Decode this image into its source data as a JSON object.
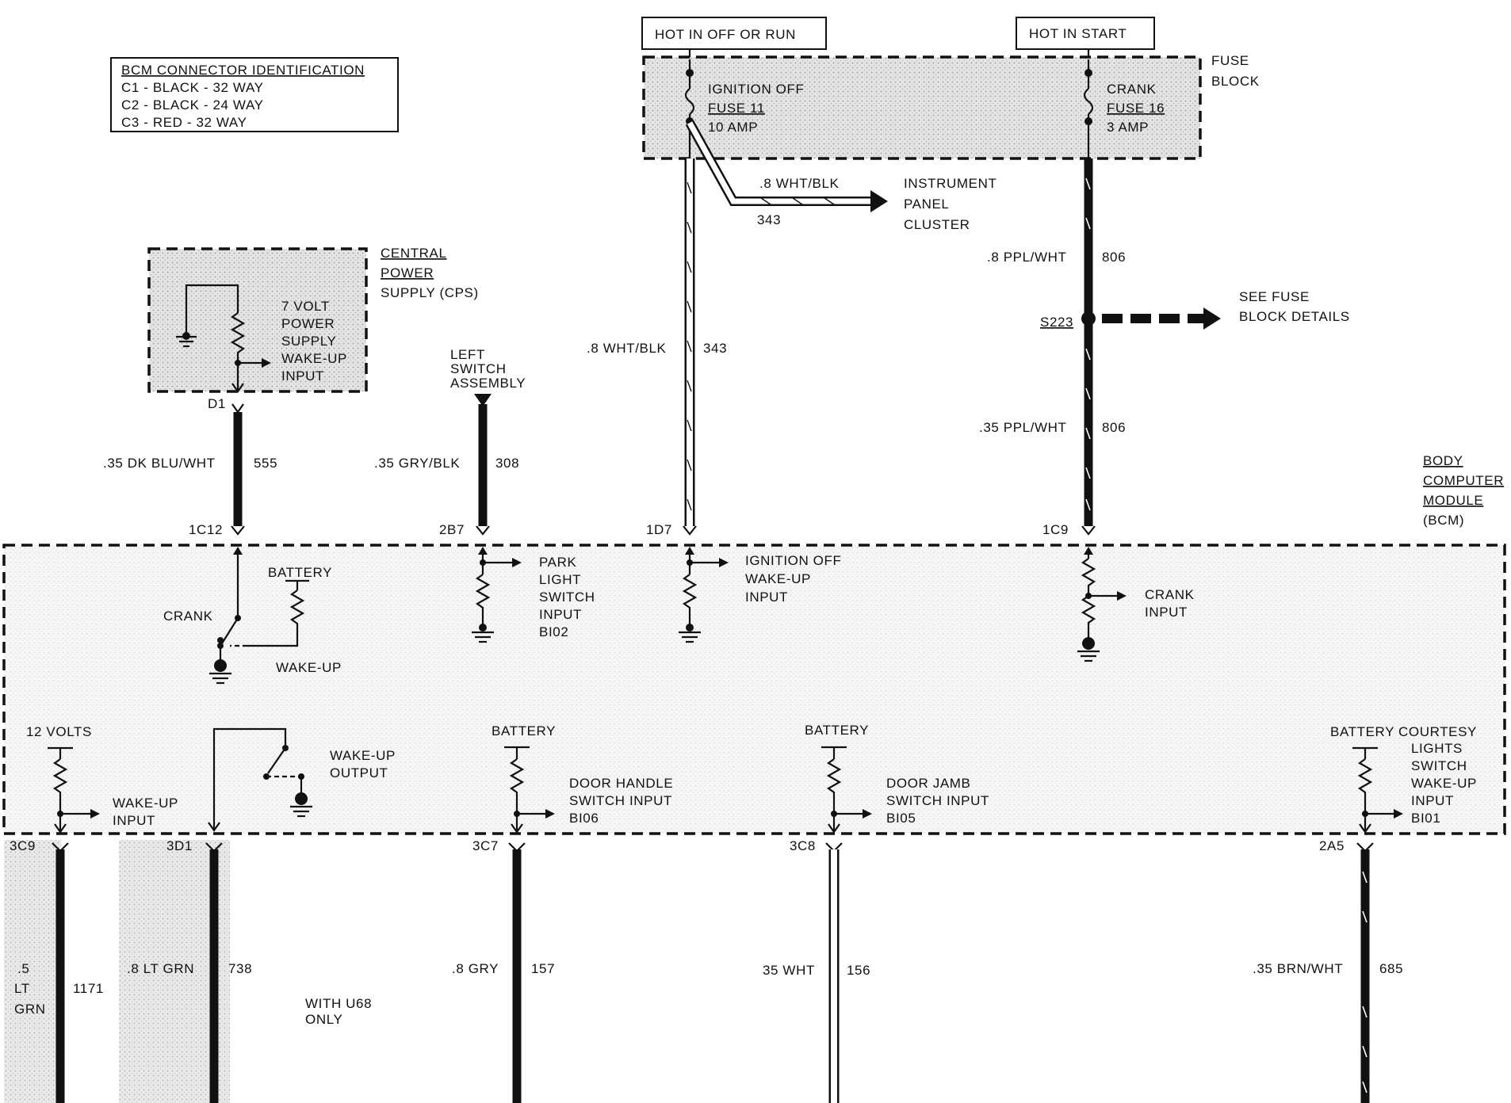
{
  "connector_id": {
    "title": "BCM CONNECTOR IDENTIFICATION",
    "lines": [
      "C1 - BLACK - 32 WAY",
      "C2 - BLACK - 24 WAY",
      "C3 - RED - 32 WAY"
    ]
  },
  "power": {
    "hot_off_run": "HOT IN OFF OR RUN",
    "hot_start": "HOT IN START",
    "fuse_block": [
      "FUSE",
      "BLOCK"
    ],
    "fuse11": [
      "IGNITION  OFF",
      "FUSE 11",
      "10 AMP"
    ],
    "fuse16": [
      "CRANK",
      "FUSE 16",
      "3 AMP"
    ]
  },
  "ipc_branch": {
    "wire": ".8 WHT/BLK",
    "circuit": "343",
    "dest": [
      "INSTRUMENT",
      "PANEL",
      "CLUSTER"
    ]
  },
  "crank_feed": {
    "upper_wire": ".8 PPL/WHT",
    "upper_circuit": "806",
    "splice": "S223",
    "see_fuse": [
      "SEE FUSE",
      "BLOCK DETAILS"
    ],
    "lower_wire": ".35 PPL/WHT",
    "lower_circuit": "806",
    "pin": "1C9"
  },
  "ign_off_feed": {
    "wire": ".8 WHT/BLK",
    "circuit": "343",
    "pin": "1D7"
  },
  "cps": {
    "label": [
      "CENTRAL",
      "POWER",
      "SUPPLY (CPS)"
    ],
    "inner": [
      "7 VOLT",
      "POWER",
      "SUPPLY",
      "WAKE-UP",
      "INPUT"
    ],
    "pin_top": "D1",
    "wire": ".35 DK BLU/WHT",
    "circuit": "555",
    "pin": "1C12"
  },
  "left_switch": {
    "label": [
      "LEFT",
      "SWITCH",
      "ASSEMBLY"
    ],
    "wire": ".35 GRY/BLK",
    "circuit": "308",
    "pin": "2B7"
  },
  "bcm": {
    "label": [
      "BODY",
      "COMPUTER",
      "MODULE",
      "(BCM)"
    ],
    "battery": "BATTERY",
    "crank": "CRANK",
    "wakeup": "WAKE-UP",
    "park_light": [
      "PARK",
      "LIGHT",
      "SWITCH",
      "INPUT",
      "BI02"
    ],
    "ign_off_wakeup": [
      "IGNITION OFF",
      "WAKE-UP",
      "INPUT"
    ],
    "crank_input": [
      "CRANK",
      "INPUT"
    ],
    "twelve_volts": "12 VOLTS",
    "wakeup_input": [
      "WAKE-UP",
      "INPUT"
    ],
    "wakeup_output": [
      "WAKE-UP",
      "OUTPUT"
    ],
    "door_handle": [
      "DOOR HANDLE",
      "SWITCH INPUT",
      "BI06"
    ],
    "door_jamb": [
      "DOOR JAMB",
      "SWITCH INPUT",
      "BI05"
    ],
    "courtesy_batt": "BATTERY COURTESY",
    "courtesy": [
      "LIGHTS",
      "SWITCH",
      "WAKE-UP",
      "INPUT",
      "BI01"
    ]
  },
  "bottom": {
    "w1": {
      "pin": "3C9",
      "wire": [
        ".5",
        "LT",
        "GRN"
      ],
      "circuit": "1171"
    },
    "w2": {
      "pin": "3D1",
      "wire": ".8 LT GRN",
      "circuit": "738"
    },
    "w2_note": [
      "WITH U68",
      "ONLY"
    ],
    "w3": {
      "pin": "3C7",
      "wire": ".8 GRY",
      "circuit": "157"
    },
    "w4": {
      "pin": "3C8",
      "wire": "35 WHT",
      "circuit": "156"
    },
    "w5": {
      "pin": "2A5",
      "wire": ".35 BRN/WHT",
      "circuit": "685"
    }
  }
}
